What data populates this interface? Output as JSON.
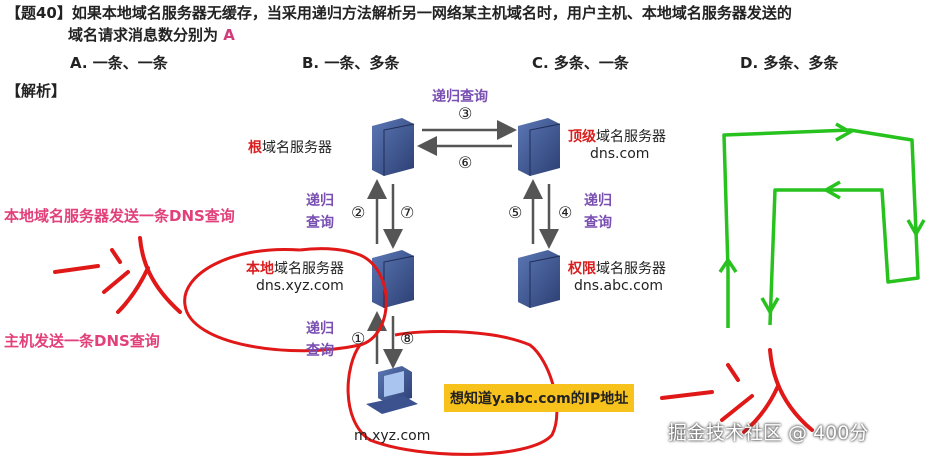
{
  "question": {
    "tag": "【题40】",
    "text_line1": "如果本地域名服务器无缓存，当采用递归方法解析另一网络某主机域名时，用户主机、本地域名服务器发送的",
    "text_line2": "域名请求消息数分别为",
    "answer": "A",
    "options": [
      "A. 一条、一条",
      "B. 一条、多条",
      "C. 多条、一条",
      "D. 多条、多条"
    ]
  },
  "analysis_label": "【解析】",
  "diagram": {
    "root": {
      "prefix": "根",
      "suffix": "域名服务器"
    },
    "top": {
      "prefix": "顶级",
      "suffix": "域名服务器",
      "domain": "dns.com"
    },
    "local": {
      "prefix": "本地",
      "suffix": "域名服务器",
      "domain": "dns.xyz.com"
    },
    "auth": {
      "prefix": "权限",
      "suffix": "域名服务器",
      "domain": "dns.abc.com"
    },
    "host": {
      "domain": "m.xyz.com"
    },
    "query_top": "递归查询",
    "query_left_1": "递归",
    "query_left_2": "查询",
    "query_right_1": "递归",
    "query_right_2": "查询",
    "query_bottom_1": "递归",
    "query_bottom_2": "查询",
    "steps": [
      "①",
      "②",
      "③",
      "④",
      "⑤",
      "⑥",
      "⑦",
      "⑧"
    ],
    "want": "想知道y.abc.com的IP地址"
  },
  "notes": {
    "local_sends": "本地域名服务器发送一条DNS查询",
    "host_sends": "主机发送一条DNS查询"
  },
  "footer": "掘金技术社区 @ 400分"
}
